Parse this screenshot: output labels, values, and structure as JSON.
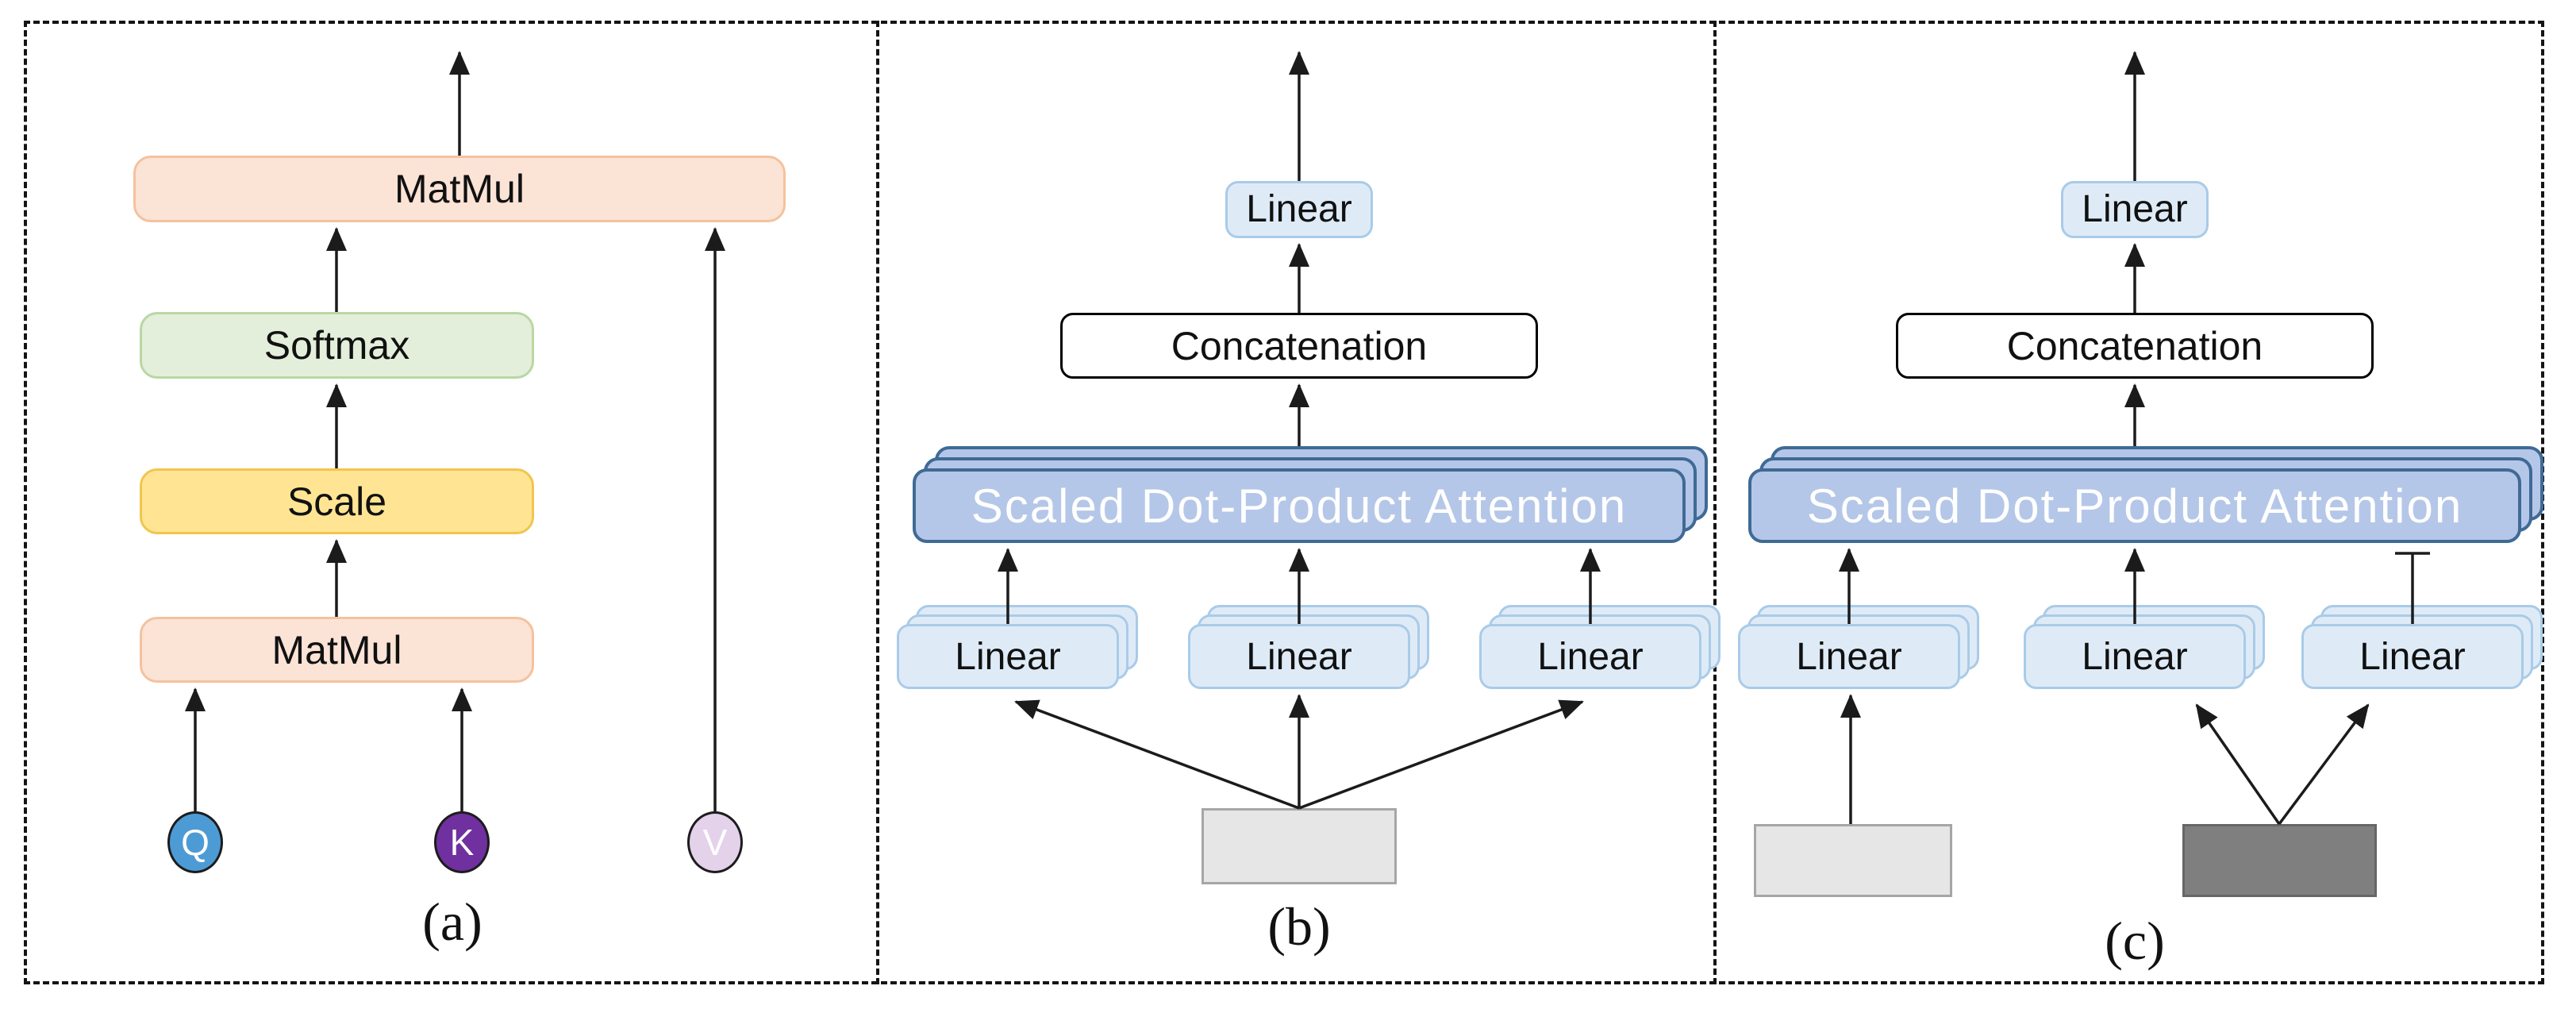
{
  "panels": [
    {
      "caption": "(a)",
      "blocks": {
        "matmul_top": "MatMul",
        "softmax": "Softmax",
        "scale": "Scale",
        "matmul_bottom": "MatMul",
        "q": "Q",
        "k": "K",
        "v": "V"
      }
    },
    {
      "caption": "(b)",
      "blocks": {
        "linear_out": "Linear",
        "concat": "Concatenation",
        "attention": "Scaled Dot-Product Attention",
        "linear_left": "Linear",
        "linear_mid": "Linear",
        "linear_right": "Linear"
      }
    },
    {
      "caption": "(c)",
      "blocks": {
        "linear_out": "Linear",
        "concat": "Concatenation",
        "attention": "Scaled Dot-Product Attention",
        "linear_left": "Linear",
        "linear_mid": "Linear",
        "linear_right": "Linear"
      }
    }
  ],
  "colors": {
    "matmul_fill": "#fbe3d6",
    "matmul_border": "#f4c29e",
    "softmax_fill": "#e3efda",
    "softmax_border": "#b9d7a3",
    "scale_fill": "#ffe593",
    "scale_border": "#f1c54e",
    "q_circle": "#4d9bd5",
    "k_circle": "#7030a0",
    "v_circle": "#e4d1ea",
    "attention_fill": "#b5c7e8",
    "attention_border": "#3f6a95",
    "attention_text": "#ffffff",
    "linear_fill": "#deebf7",
    "linear_border": "#a9cbe8",
    "concat_fill": "#ffffff",
    "concat_border": "#000000",
    "input_light_fill": "#e7e6e6",
    "input_light_border": "#a6a6a6",
    "input_dark_fill": "#7f7f7f",
    "input_dark_border": "#666666",
    "wire": "#1b1b1b"
  }
}
